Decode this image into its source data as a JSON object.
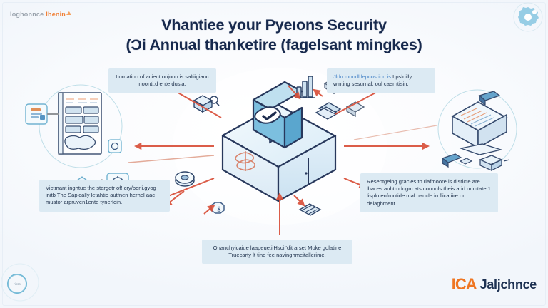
{
  "header": {
    "brand_logo_primary": "loghonnce",
    "brand_logo_secondary": "lhenin",
    "title_line1": "Vhantiee your Pyeıons Security",
    "title_line2": "(Ɔi Annual thanketire (fagelsant mingkes)"
  },
  "notes": {
    "top_left": "Lornation of acient onjuon is saltiigianc noonti.d ente dusla.",
    "top_right_highlight": "Jldo mondl lepcosrion is",
    "top_right": "Lpsloilly winting sesurnal. oul caerntisin.",
    "bottom_left": "Victmant inghtue the stargetr of! cry/borli.gyog initb The Sapically letahtio autfnen herhel aac mustor arpruven1ente tynerloin.",
    "bottom_right": "Resentgeing gracles to rlafmoore is disricte are lhaces auhtrodugm ats counols theis arid orimtate.1 lisplo enfrontide mal oaucle in flicatiire on delaghment.",
    "bottom_center": "Ohanchyicaiue laapeue.ilHsoil’dit arset Moke golatirie Truecarty lt tino fee navinghmeitallerime."
  },
  "icons": {
    "center": "shield-check-server-icon",
    "top_right_corner": "gear-icon",
    "bottom_left_corner": "circular-badge-icon",
    "left_circle": "document-network-icon",
    "right_circle": "desktop-monitor-icon",
    "scattered": [
      "bar-chart-icon",
      "cloud-network-icon",
      "document-stack-icon",
      "dollar-badge-icon",
      "microchip-icon",
      "gear-cog-icon",
      "folder-search-icon",
      "envelope-icon",
      "key-icon"
    ]
  },
  "footer": {
    "logo_mark": "ICA",
    "logo_word": "Jaljchnce"
  },
  "colors": {
    "title": "#17294d",
    "note_bg": "#dceaf3",
    "note_text": "#23354f",
    "arrow": "#d9503a",
    "accent_blue": "#4a86c8",
    "brand_orange": "#ef7622",
    "illustration_navy": "#23385e",
    "illustration_light": "#cfe4f2",
    "background": "#f4f8fc"
  }
}
